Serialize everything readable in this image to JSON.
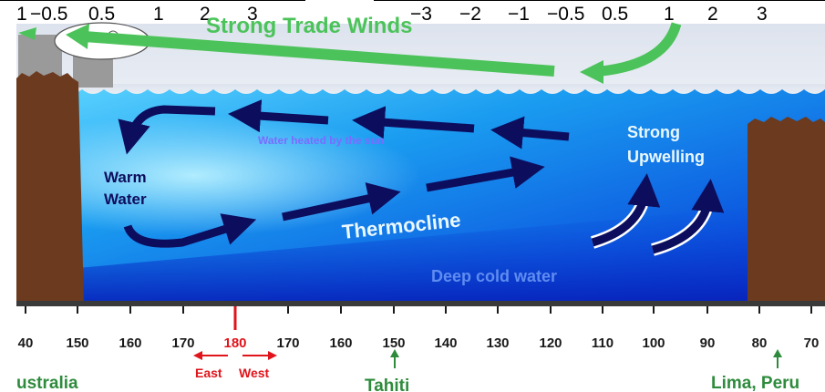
{
  "top_scale_left": [
    "1",
    "−0.5",
    "0.5",
    "1",
    "2",
    "3"
  ],
  "top_scale_right": [
    "−3",
    "−2",
    "−1",
    "−0.5",
    "0.5",
    "1",
    "2",
    "3"
  ],
  "title": "Strong Trade Winds",
  "labels": {
    "water_heated": "Water heated by the sun",
    "warm_water_line1": "Warm",
    "warm_water_line2": "Water",
    "thermocline": "Thermocline",
    "deep_cold": "Deep cold water",
    "upwelling_line1": "Strong",
    "upwelling_line2": "Upwelling"
  },
  "axis_ticks": [
    "40",
    "150",
    "160",
    "170",
    "180",
    "170",
    "160",
    "150",
    "140",
    "130",
    "120",
    "110",
    "100",
    "90",
    "80",
    "70"
  ],
  "direction": {
    "east": "East",
    "west": "West"
  },
  "places": {
    "australia": "ustralia",
    "tahiti": "Tahiti",
    "lima": "Lima, Peru"
  },
  "colors": {
    "wind_arrow": "#4cc35a",
    "current_arrow": "#0d0d5e",
    "land": "#6b3a1f",
    "date_line": "#e0141b",
    "place_label": "#2e8b3c"
  }
}
